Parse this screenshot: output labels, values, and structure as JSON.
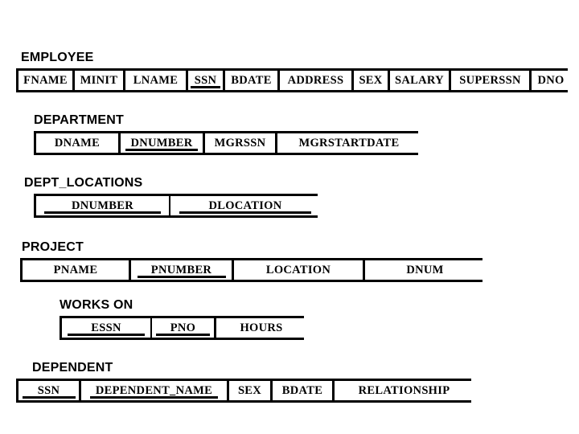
{
  "diagram": {
    "type": "relational-database-schema",
    "background_color": "#ffffff",
    "line_color": "#000000",
    "relations": [
      {
        "name": "EMPLOYEE",
        "attributes": [
          {
            "label": "FNAME",
            "primary_key": false,
            "width": 70
          },
          {
            "label": "MINIT",
            "primary_key": false,
            "width": 63
          },
          {
            "label": "LNAME",
            "primary_key": false,
            "width": 78
          },
          {
            "label": "SSN",
            "primary_key": true,
            "width": 46
          },
          {
            "label": "BDATE",
            "primary_key": false,
            "width": 68
          },
          {
            "label": "ADDRESS",
            "primary_key": false,
            "width": 92
          },
          {
            "label": "SEX",
            "primary_key": false,
            "width": 45
          },
          {
            "label": "SALARY",
            "primary_key": false,
            "width": 76
          },
          {
            "label": "SUPERSSN",
            "primary_key": false,
            "width": 100
          },
          {
            "label": "DNO",
            "primary_key": false,
            "width": 48
          }
        ]
      },
      {
        "name": "DEPARTMENT",
        "attributes": [
          {
            "label": "DNAME",
            "primary_key": false,
            "width": 105
          },
          {
            "label": "DNUMBER",
            "primary_key": true,
            "width": 105
          },
          {
            "label": "MGRSSN",
            "primary_key": false,
            "width": 90
          },
          {
            "label": "MGRSTARTDATE",
            "primary_key": false,
            "width": 178
          }
        ]
      },
      {
        "name": "DEPT_LOCATIONS",
        "attributes": [
          {
            "label": "DNUMBER",
            "primary_key": true,
            "width": 167,
            "thin_separator": true
          },
          {
            "label": "DLOCATION",
            "primary_key": true,
            "width": 186
          }
        ]
      },
      {
        "name": "PROJECT",
        "attributes": [
          {
            "label": "PNAME",
            "primary_key": false,
            "width": 135
          },
          {
            "label": "PNUMBER",
            "primary_key": true,
            "width": 128
          },
          {
            "label": "LOCATION",
            "primary_key": false,
            "width": 163
          },
          {
            "label": "DNUM",
            "primary_key": false,
            "width": 149
          }
        ]
      },
      {
        "name": "WORKS ON",
        "attributes": [
          {
            "label": "ESSN",
            "primary_key": true,
            "width": 112,
            "thin_separator": true
          },
          {
            "label": "PNO",
            "primary_key": true,
            "width": 80
          },
          {
            "label": "HOURS",
            "primary_key": false,
            "width": 112
          }
        ]
      },
      {
        "name": "DEPENDENT",
        "attributes": [
          {
            "label": "SSN",
            "primary_key": true,
            "width": 78
          },
          {
            "label": "DEPENDENT_NAME",
            "primary_key": true,
            "width": 184
          },
          {
            "label": "SEX",
            "primary_key": false,
            "width": 54
          },
          {
            "label": "BDATE",
            "primary_key": false,
            "width": 77
          },
          {
            "label": "RELATIONSHIP",
            "primary_key": false,
            "width": 173
          }
        ]
      }
    ]
  }
}
